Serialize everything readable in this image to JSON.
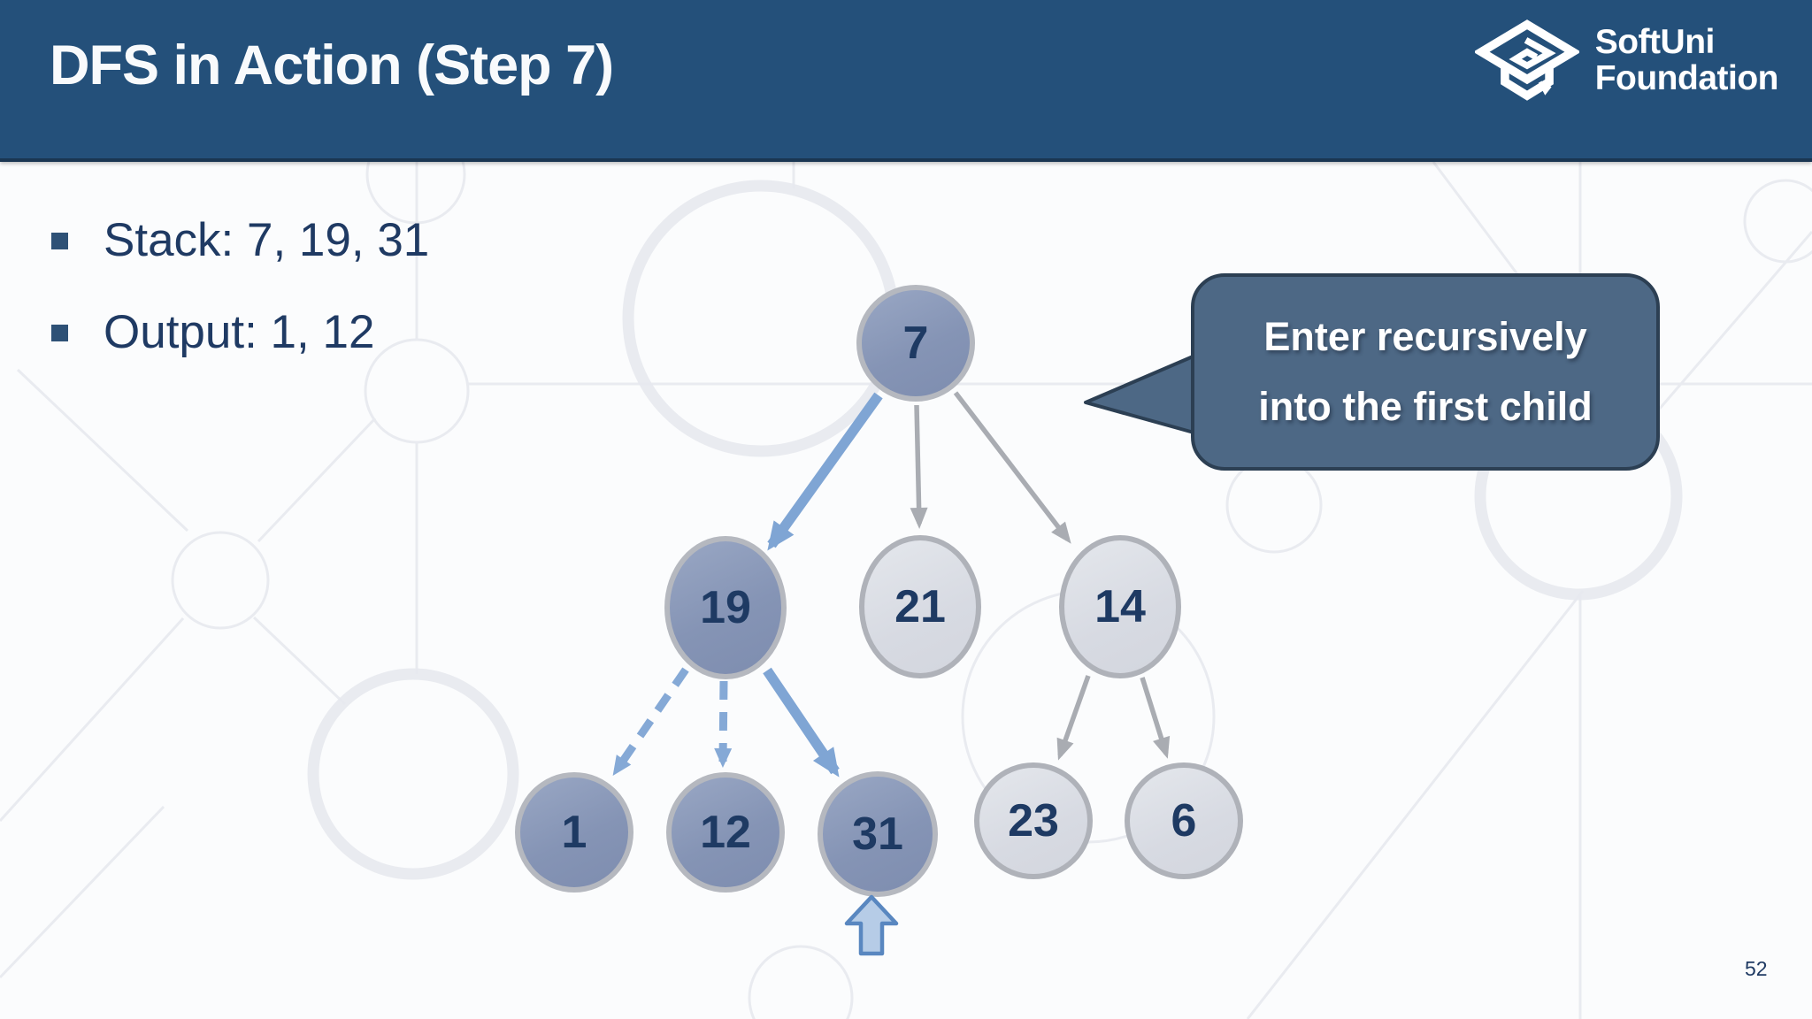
{
  "slide": {
    "title": "DFS in Action (Step 7)",
    "page_number": "52",
    "logo": {
      "line1": "SoftUni",
      "line2": "Foundation"
    }
  },
  "bullets": [
    {
      "label": "Stack: 7, 19, 31"
    },
    {
      "label": "Output: 1, 12"
    }
  ],
  "callout": {
    "line1": "Enter recursively",
    "line2": "into the first child"
  },
  "tree": {
    "nodes": [
      {
        "value": "7",
        "state": "visited"
      },
      {
        "value": "19",
        "state": "visited"
      },
      {
        "value": "21",
        "state": "unvisited"
      },
      {
        "value": "14",
        "state": "unvisited"
      },
      {
        "value": "1",
        "state": "visited"
      },
      {
        "value": "12",
        "state": "visited"
      },
      {
        "value": "31",
        "state": "visited-current"
      },
      {
        "value": "23",
        "state": "unvisited"
      },
      {
        "value": "6",
        "state": "unvisited"
      }
    ],
    "edges": [
      {
        "from": "7",
        "to": "19",
        "style": "solid-blue-traversal"
      },
      {
        "from": "7",
        "to": "21",
        "style": "plain-gray"
      },
      {
        "from": "7",
        "to": "14",
        "style": "plain-gray"
      },
      {
        "from": "19",
        "to": "1",
        "style": "dashed-blue-backtracked"
      },
      {
        "from": "19",
        "to": "12",
        "style": "dashed-blue-backtracked"
      },
      {
        "from": "19",
        "to": "31",
        "style": "solid-blue-traversal"
      },
      {
        "from": "14",
        "to": "23",
        "style": "plain-gray"
      },
      {
        "from": "14",
        "to": "6",
        "style": "plain-gray"
      }
    ],
    "current_node": "31"
  },
  "colors": {
    "header_bg": "#24507A",
    "header_border": "#1A3652",
    "text_navy": "#1F3A63",
    "node_visited_fill": "#8594B5",
    "node_unvisited_fill": "#D7DAE2",
    "node_border": "#B5B8BF",
    "arrow_blue": "#7FA5D4",
    "arrow_gray": "#A9ACB2",
    "callout_bg": "#4D6885",
    "callout_border": "#2C3F53",
    "pointer_fill": "#B6CCE7",
    "pointer_border": "#5987C0"
  }
}
